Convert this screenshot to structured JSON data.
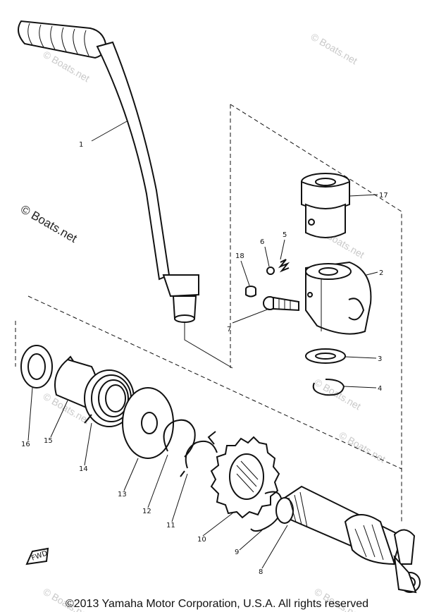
{
  "diagram": {
    "part_labels": [
      "1",
      "2",
      "3",
      "4",
      "5",
      "6",
      "7",
      "8",
      "9",
      "10",
      "11",
      "12",
      "13",
      "14",
      "15",
      "16",
      "17",
      "18"
    ],
    "watermark_main": "© Boats.net",
    "watermark_faint": "© Boats.net",
    "fwd_label": "FWD"
  },
  "footer": {
    "copyright": "©2013 Yamaha Motor Corporation, U.S.A. All rights reserved"
  }
}
